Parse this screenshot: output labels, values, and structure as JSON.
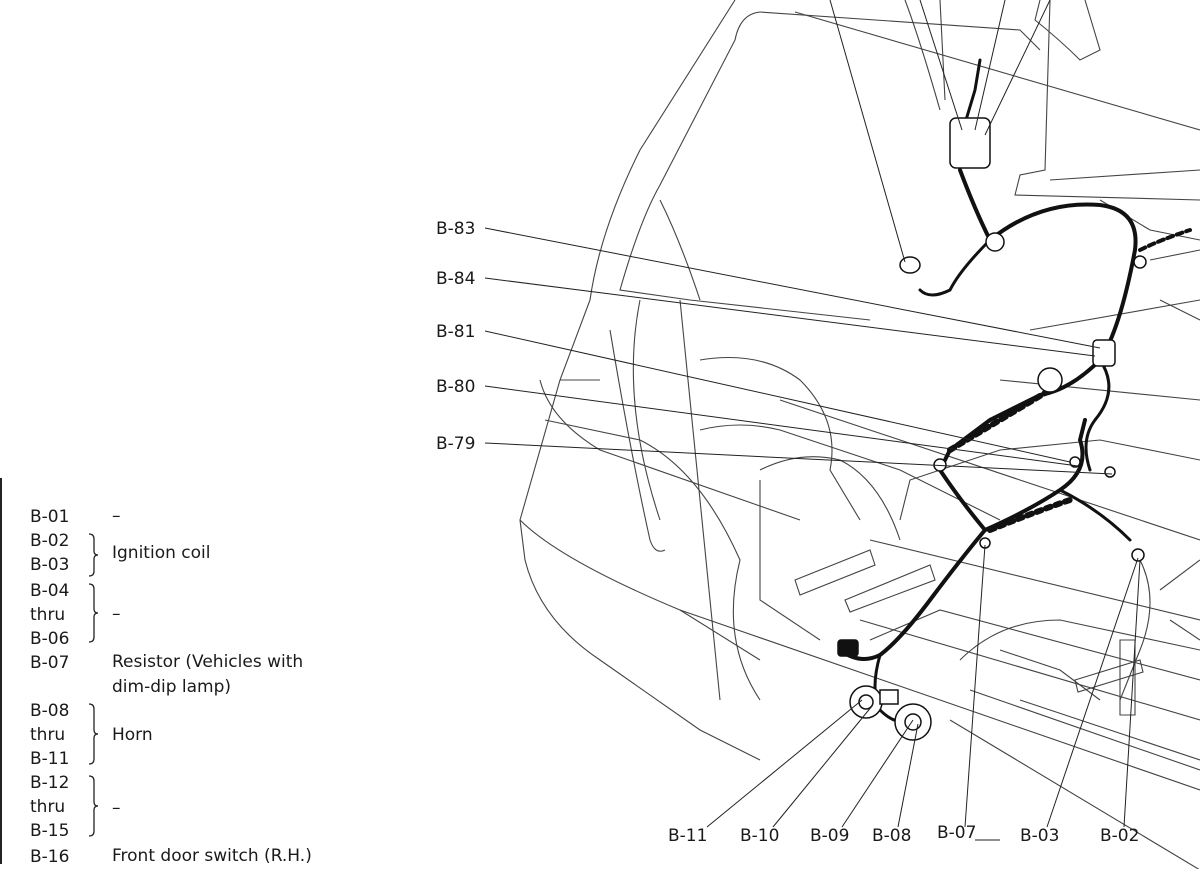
{
  "legend": {
    "entries": [
      {
        "code": "B-01",
        "desc": "–"
      },
      {
        "codes": [
          "B-02",
          "B-03"
        ],
        "desc": "Ignition coil"
      },
      {
        "codes": [
          "B-04",
          "thru",
          "B-06"
        ],
        "desc": "–"
      },
      {
        "code": "B-07",
        "desc_lines": [
          "Resistor (Vehicles with",
          "dim-dip lamp)"
        ]
      },
      {
        "codes": [
          "B-08",
          "thru",
          "B-11"
        ],
        "desc": "Horn"
      },
      {
        "codes": [
          "B-12",
          "thru",
          "B-15"
        ],
        "desc": "–"
      },
      {
        "code": "B-16",
        "desc": "Front door switch (R.H.)"
      }
    ]
  },
  "callouts": {
    "left": [
      "B-83",
      "B-84",
      "B-81",
      "B-80",
      "B-79"
    ],
    "bottom": [
      "B-11",
      "B-10",
      "B-09",
      "B-08",
      "B-07",
      "B-03",
      "B-02"
    ]
  },
  "colors": {
    "ink": "#1a1a1a",
    "paper": "#ffffff"
  }
}
